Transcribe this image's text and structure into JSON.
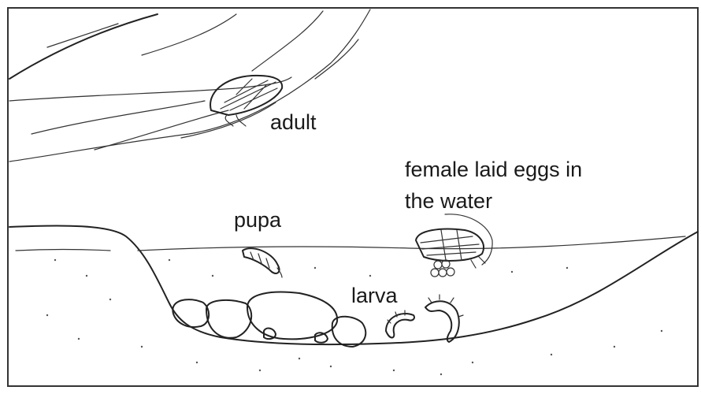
{
  "labels": {
    "adult": "adult",
    "eggs_line1": "female laid eggs in",
    "eggs_line2": "the water",
    "pupa": "pupa",
    "larva": "larva"
  },
  "colors": {
    "ink": "#222222",
    "background": "#ffffff",
    "frame": "#333333"
  }
}
